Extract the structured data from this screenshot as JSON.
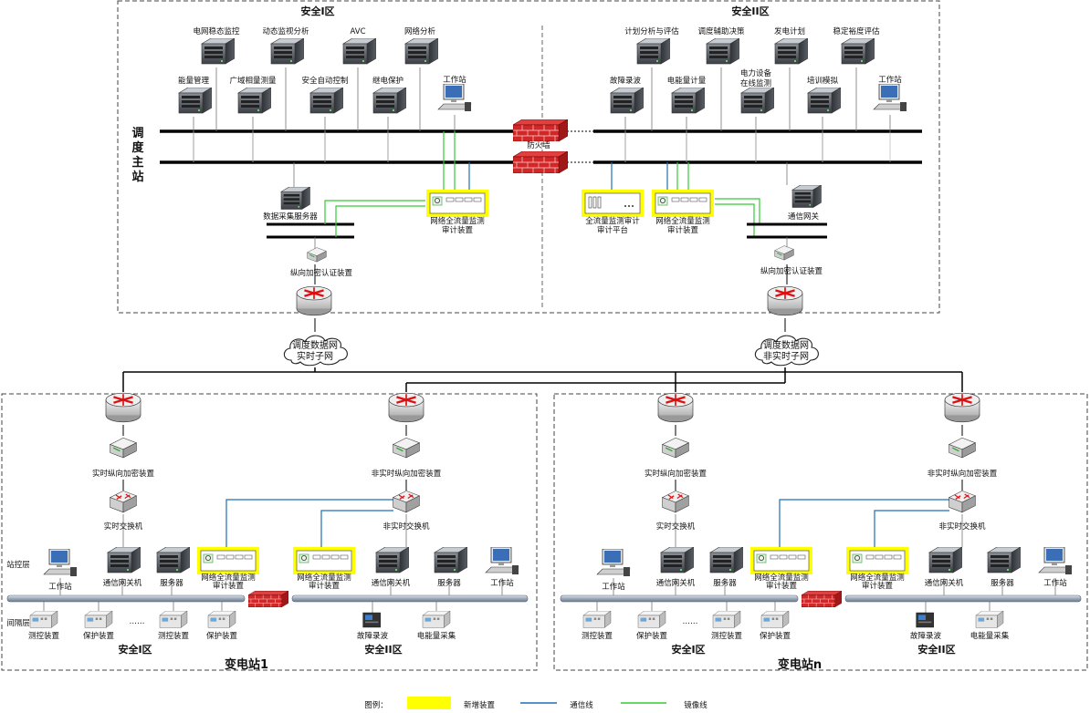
{
  "colors": {
    "new_device": "#ffff00",
    "comm_line": "#1e6fb5",
    "mirror_line": "#33cc33"
  },
  "main": {
    "zone1_title": "安全I区",
    "zone2_title": "安全II区",
    "side_title": [
      "调",
      "度",
      "主",
      "站"
    ],
    "zone1_servers_top": [
      "电网稳态监控",
      "动态监视分析",
      "AVC",
      "网络分析"
    ],
    "zone1_servers_mid": [
      "能量管理",
      "广域相量测量",
      "安全自动控制",
      "继电保护"
    ],
    "zone1_workstation": "工作站",
    "zone2_servers_top": [
      "计划分析与评估",
      "调度辅助决策",
      "发电计划",
      "稳定裕度评估"
    ],
    "zone2_servers_mid": [
      "故障录波",
      "电能量计量",
      "电力设备在线监测",
      "培训模拟"
    ],
    "zone2_servers_mid_lines": [
      [
        "故障录波"
      ],
      [
        "电能量计量"
      ],
      [
        "电力设备",
        "在线监测"
      ],
      [
        "培训模拟"
      ]
    ],
    "zone2_workstation": "工作站",
    "firewall": "防火墙",
    "acq_server": "数据采集服务器",
    "monitor1": [
      "网络全流量监测",
      "审计装置"
    ],
    "platform": [
      "全流量监测审计",
      "审计平台"
    ],
    "monitor2": [
      "网络全流量监测",
      "审计装置"
    ],
    "comm_gateway": "通信网关",
    "enc1": "纵向加密认证装置",
    "enc2": "纵向加密认证装置"
  },
  "network": {
    "realtime": [
      "调度数据网",
      "实时子网"
    ],
    "nonrealtime": [
      "调度数据网",
      "非实时子网"
    ]
  },
  "substation1": {
    "title": "变电站1",
    "rt_enc": "实时纵向加密装置",
    "nrt_enc": "非实时纵向加密装置",
    "rt_switch": "实时交换机",
    "nrt_switch": "非实时交换机",
    "layer_station": "站控层",
    "layer_bay": "间隔层",
    "workstation_left": "工作站",
    "gateway_left": "通信网关机",
    "server_left": "服务器",
    "monitor_left": [
      "网络全流量监测",
      "审计装置"
    ],
    "monitor_right": [
      "网络全流量监测",
      "审计装置"
    ],
    "gateway_right": "通信网关机",
    "server_right": "服务器",
    "workstation_right": "工作站",
    "bay_devices": [
      "测控装置",
      "保护装置",
      "测控装置",
      "保护装置"
    ],
    "bay_right": [
      "故障录波",
      "电能量采集"
    ],
    "dots": "……",
    "zone1": "安全I区",
    "zone2": "安全II区"
  },
  "substationN": {
    "title": "变电站n",
    "rt_enc": "实时纵向加密装置",
    "nrt_enc": "非实时纵向加密装置",
    "rt_switch": "实时交换机",
    "nrt_switch": "非实时交换机",
    "workstation_left": "工作站",
    "gateway_left": "通信网关机",
    "server_left": "服务器",
    "monitor_left": [
      "网络全流量监测",
      "审计装置"
    ],
    "monitor_right": [
      "网络全流量监测",
      "审计装置"
    ],
    "gateway_right": "通信网关机",
    "server_right": "服务器",
    "workstation_right": "工作站",
    "bay_devices": [
      "测控装置",
      "保护装置",
      "测控装置",
      "保护装置"
    ],
    "bay_right": [
      "故障录波",
      "电能量采集"
    ],
    "dots": "……",
    "zone1": "安全I区",
    "zone2": "安全II区"
  },
  "legend": {
    "title": "图例：",
    "new_device": "新增装置",
    "comm_line": "通信线",
    "mirror_line": "镜像线"
  }
}
